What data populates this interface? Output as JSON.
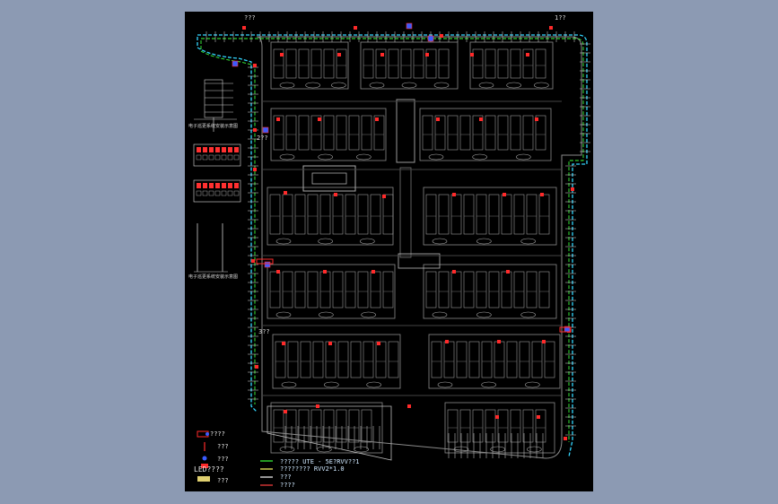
{
  "drawing": {
    "labels": {
      "top_left_tag": "???",
      "top_right_tag": "1??",
      "left_mid_tag": "2??",
      "left_low_tag": "3??",
      "detail_label_1": "电子巡更系统安装示意图",
      "detail_label_2": "电子巡更系统安装示意图"
    },
    "legend": {
      "items": [
        {
          "symbol": "camera-icon",
          "text": "????"
        },
        {
          "symbol": "pole-icon",
          "text": "???"
        },
        {
          "symbol": "lamp-icon",
          "text": "???"
        },
        {
          "symbol": "box-icon",
          "text": "LED????"
        },
        {
          "symbol": "equipment-icon",
          "text": "???"
        }
      ],
      "lines": [
        {
          "color": "#3cff3c",
          "text": "????? UTE - 5E?RVV??1"
        },
        {
          "color": "#ffff66",
          "text": "???????? RVV2*1.0"
        },
        {
          "color": "#ffffff",
          "text": "???"
        },
        {
          "color": "#ff4040",
          "text": "????"
        }
      ]
    }
  },
  "colors": {
    "background": "#8c9ab3",
    "canvas": "#000000",
    "cable_cyan": "#33d6ff",
    "cable_green": "#3cff3c",
    "building_gray": "#8a8a8a",
    "device_red": "#ff2a2a",
    "device_blue": "#3a5cff"
  }
}
